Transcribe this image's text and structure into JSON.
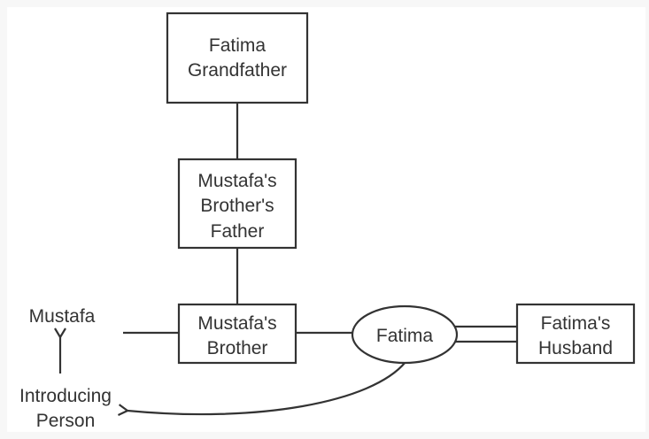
{
  "diagram": {
    "type": "kinship-diagram",
    "nodes": {
      "grandfather": {
        "lines": [
          "Fatima",
          "Grandfather"
        ],
        "shape": "rectangle"
      },
      "brothers_father": {
        "lines": [
          "Mustafa's",
          "Brother's",
          "Father"
        ],
        "shape": "rectangle"
      },
      "brother": {
        "lines": [
          "Mustafa's",
          "Brother"
        ],
        "shape": "rectangle"
      },
      "fatima": {
        "lines": [
          "Fatima"
        ],
        "shape": "ellipse"
      },
      "husband": {
        "lines": [
          "Fatima's",
          "Husband"
        ],
        "shape": "rectangle"
      },
      "mustafa": {
        "lines": [
          "Mustafa"
        ],
        "shape": "label"
      },
      "introducing": {
        "lines": [
          "Introducing",
          "Person"
        ],
        "shape": "label"
      }
    },
    "edges": [
      {
        "from": "grandfather",
        "to": "brothers_father",
        "kind": "single-line"
      },
      {
        "from": "brothers_father",
        "to": "brother",
        "kind": "single-line"
      },
      {
        "from": "mustafa",
        "to": "brother",
        "kind": "single-line"
      },
      {
        "from": "brother",
        "to": "fatima",
        "kind": "single-line"
      },
      {
        "from": "fatima",
        "to": "husband",
        "kind": "double-line (marriage)"
      },
      {
        "from": "introducing",
        "to": "mustafa",
        "kind": "arrow"
      },
      {
        "from": "fatima",
        "to": "introducing",
        "kind": "curved-arrow"
      }
    ],
    "colors": {
      "stroke": "#333333",
      "text": "#333333",
      "background": "#ffffff",
      "frame": "#f7f7f7"
    }
  }
}
